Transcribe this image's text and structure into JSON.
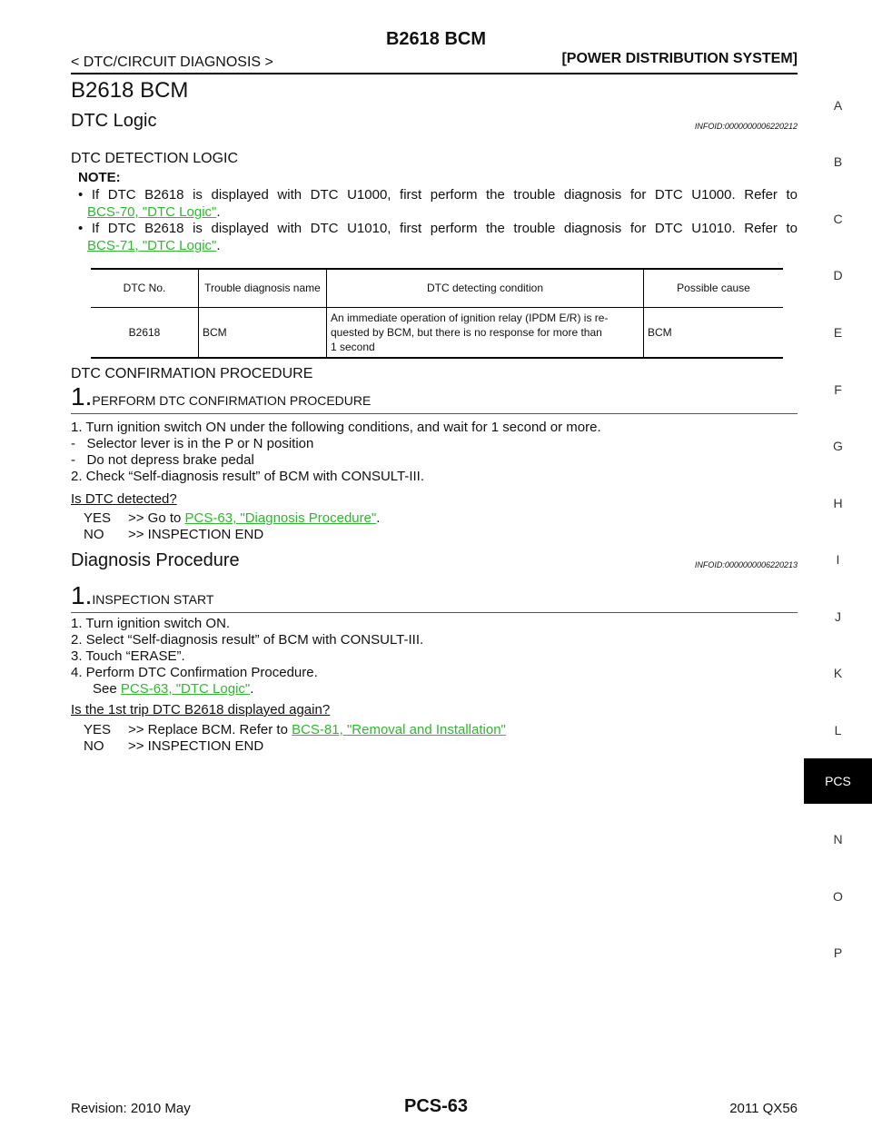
{
  "header": {
    "title": "B2618 BCM",
    "left": "< DTC/CIRCUIT DIAGNOSIS >",
    "right": "[POWER DISTRIBUTION SYSTEM]"
  },
  "page_heading": "B2618 BCM",
  "dtc_logic": {
    "title": "DTC Logic",
    "infoid": "INFOID:0000000006220212",
    "detection_label": "DTC DETECTION LOGIC",
    "note_label": "NOTE:",
    "bullets": [
      {
        "text": "If DTC B2618 is displayed with DTC U1000, first perform the trouble diagnosis for DTC U1000. Refer to",
        "link": "BCS-70, \"DTC Logic\""
      },
      {
        "text": "If DTC B2618 is displayed with DTC U1010, first perform the trouble diagnosis for DTC U1010. Refer to",
        "link": "BCS-71, \"DTC Logic\""
      }
    ],
    "table": {
      "headers": [
        "DTC No.",
        "Trouble diagnosis name",
        "DTC detecting condition",
        "Possible cause"
      ],
      "row": {
        "dtc_no": "B2618",
        "name": "BCM",
        "condition": [
          "An immediate operation of ignition relay (IPDM E/R) is re-",
          "quested by BCM, but there is no response for more than",
          "1 second"
        ],
        "cause": "BCM"
      }
    },
    "confirmation_label": "DTC CONFIRMATION PROCEDURE",
    "step": {
      "num": "1.",
      "title": "PERFORM DTC CONFIRMATION PROCEDURE"
    },
    "steps": [
      "1. Turn ignition switch ON under the following conditions, and wait for 1 second or more.",
      "-   Selector lever is in the P or N position",
      "-   Do not depress brake pedal",
      "2. Check “Self-diagnosis result” of BCM with CONSULT-III."
    ],
    "question": "Is DTC detected?",
    "yes_label": "YES",
    "yes_text": ">> Go to",
    "yes_link": "PCS-63, \"Diagnosis Procedure\"",
    "no_label": "NO",
    "no_text": ">> INSPECTION END"
  },
  "diag_procedure": {
    "title": "Diagnosis Procedure",
    "infoid": "INFOID:0000000006220213",
    "step": {
      "num": "1.",
      "title": "INSPECTION START"
    },
    "steps": [
      "1. Turn ignition switch ON.",
      "2. Select “Self-diagnosis result” of BCM with CONSULT-III.",
      "3. Touch “ERASE”.",
      "4. Perform DTC Confirmation Procedure."
    ],
    "see_text": "See",
    "see_link": "PCS-63, \"DTC Logic\"",
    "question": "Is the 1st trip DTC B2618 displayed again?",
    "yes_label": "YES",
    "yes_text": ">> Replace BCM. Refer to",
    "yes_link": "BCS-81, \"Removal and Installation\"",
    "no_label": "NO",
    "no_text": ">> INSPECTION END"
  },
  "side_index": [
    "A",
    "B",
    "C",
    "D",
    "E",
    "F",
    "G",
    "H",
    "I",
    "J",
    "K",
    "L",
    "PCS",
    "N",
    "O",
    "P"
  ],
  "footer": {
    "left": "Revision: 2010 May",
    "center": "PCS-63",
    "right": "2011 QX56"
  }
}
